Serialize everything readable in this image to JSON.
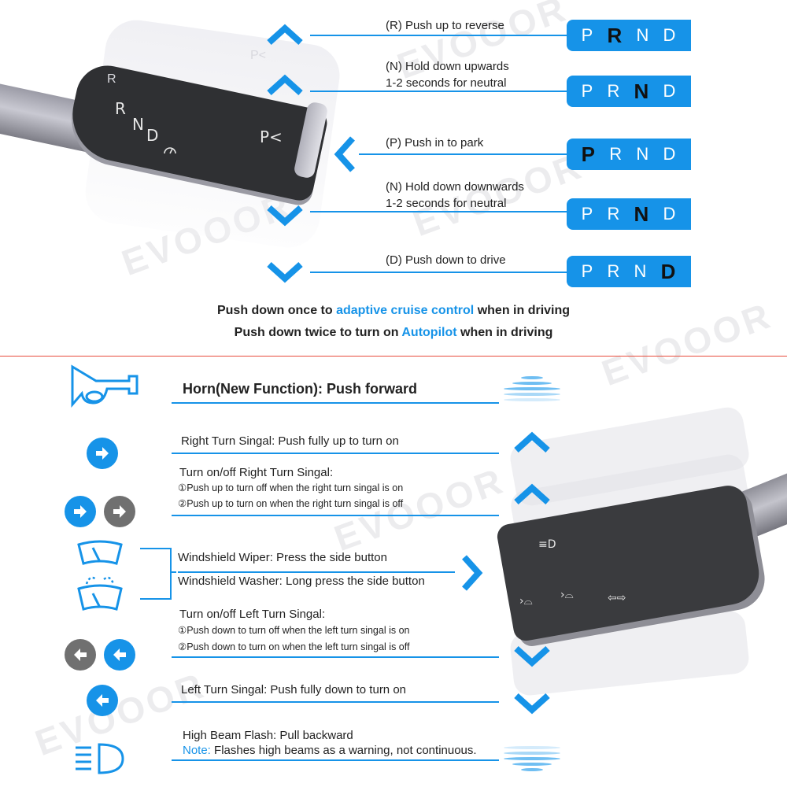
{
  "brand": "EVOOOR",
  "gear_section": {
    "steps": [
      {
        "label": "(R) Push up to reverse",
        "gears": [
          "P",
          "R",
          "N",
          "D"
        ],
        "active": "R"
      },
      {
        "label_line1": "(N) Hold down upwards",
        "label_line2": "1-2 seconds for neutral",
        "gears": [
          "P",
          "R",
          "N",
          "D"
        ],
        "active": "N"
      },
      {
        "label": "(P) Push in to park",
        "gears": [
          "P",
          "R",
          "N",
          "D"
        ],
        "active": "P"
      },
      {
        "label_line1": "(N) Hold down downwards",
        "label_line2": "1-2 seconds for neutral",
        "gears": [
          "P",
          "R",
          "N",
          "D"
        ],
        "active": "N"
      },
      {
        "label": "(D) Push down to drive",
        "gears": [
          "P",
          "R",
          "N",
          "D"
        ],
        "active": "D"
      }
    ],
    "stalk_letters": {
      "r": "R",
      "n": "N",
      "d": "D",
      "p": "P<"
    },
    "note_line1": {
      "pre": "Push down once to ",
      "hl": "adaptive cruise control",
      "post": " when in driving"
    },
    "note_line2": {
      "pre": "Push down twice to turn on ",
      "hl": "Autopilot",
      "post": " when in driving"
    }
  },
  "func_section": {
    "horn": "Horn(New Function): Push forward",
    "right_turn": "Right Turn Singal: Push fully up to turn on",
    "right_toggle_title": "Turn on/off Right Turn Singal:",
    "right_toggle_1": "①Push up to turn off when the right turn singal is on",
    "right_toggle_2": "②Push up to turn on when the right turn singal is off",
    "wiper": "Windshield Wiper: Press the side button",
    "washer": "Windshield Washer: Long press the side button",
    "left_toggle_title": "Turn on/off Left Turn Singal:",
    "left_toggle_1": "①Push down to turn off when the left turn singal is on",
    "left_toggle_2": "②Push down to turn on when the left turn singal is off",
    "left_turn": "Left Turn Singal: Push fully down to turn on",
    "high_beam": "High Beam Flash: Pull backward",
    "note_label": "Note:",
    "note_text": "  Flashes high beams as a warning, not continuous."
  },
  "colors": {
    "accent": "#1693e8",
    "divider": "#e74c3c",
    "stalk": "#2f3033"
  }
}
